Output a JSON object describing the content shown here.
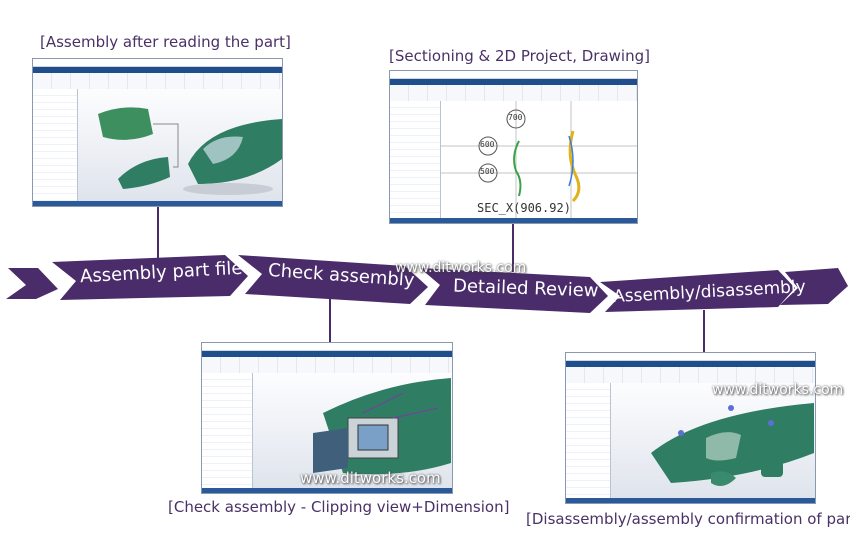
{
  "captions": {
    "assembly_after_reading": "[Assembly after reading the part]",
    "sectioning_2d": "[Sectioning & 2D Project, Drawing]",
    "check_clipping": "[Check assembly - Clipping view+Dimension]",
    "disassembly_confirmation": "[Disassembly/assembly confirmation of parts]"
  },
  "flow_stages": [
    {
      "label": "Assembly part file"
    },
    {
      "label": "Check assembly"
    },
    {
      "label": "Detailed Review"
    },
    {
      "label": "Assembly/disassembly"
    }
  ],
  "watermark": "www.ditworks.com",
  "drawing": {
    "section_label": "SEC_X(906.92)",
    "dims": [
      "700",
      "600",
      "500"
    ]
  },
  "colors": {
    "flow_arrow": "#4b2c6b",
    "caption_text": "#4a3166",
    "part_green": "#2f7d63",
    "ui_blue": "#1f4e8c"
  }
}
